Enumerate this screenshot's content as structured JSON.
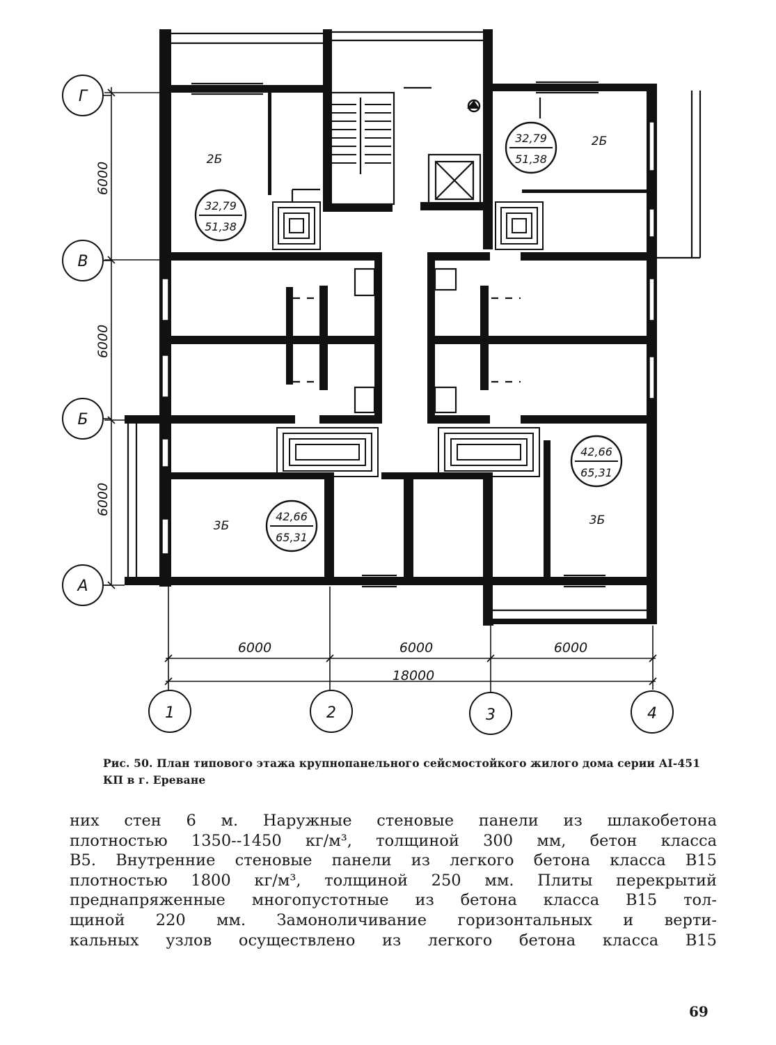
{
  "plan": {
    "axes_rows": [
      "Г",
      "В",
      "Б",
      "А"
    ],
    "axes_columns": [
      "1",
      "2",
      "3",
      "4"
    ],
    "dims_vertical": [
      "6000",
      "6000",
      "6000"
    ],
    "dims_horizontal": [
      "6000",
      "6000",
      "6000"
    ],
    "dim_total": "18000",
    "rooms": [
      {
        "label": "2Б",
        "area_living": "32,79",
        "area_total": "51,38"
      },
      {
        "label": "2Б",
        "area_living": "32,79",
        "area_total": "51,38"
      },
      {
        "label": "3Б",
        "area_living": "42,66",
        "area_total": "65,31"
      },
      {
        "label": "3Б",
        "area_living": "42,66",
        "area_total": "65,31"
      }
    ]
  },
  "caption": "Рис. 50. План типового этажа крупнопанельного сейсмостойкого жилого дома серии АI-451 КП в г. Ереване",
  "body_lines": [
    "них стен 6 м. Наружные стеновые панели из шлакобетона",
    "плотностью 1350--1450 кг/м³, толщиной 300 мм, бетон класса",
    "В5. Внутренние стеновые панели из легкого бетона класса В15",
    "плотностью 1800 кг/м³, толщиной 250 мм. Плиты перекрытий",
    "преднапряженные многопустотные из бетона класса В15 тол-",
    "щиной 220 мм. Замоноличивание горизонтальных и верти-",
    "кальных узлов осуществлено из легкого бетона класса В15"
  ],
  "page_number": "69"
}
